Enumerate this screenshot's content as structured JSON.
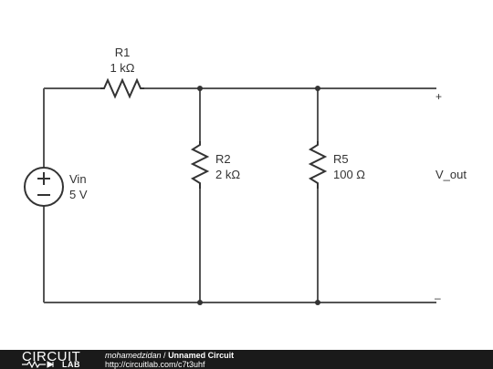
{
  "components": {
    "r1": {
      "name": "R1",
      "value": "1 kΩ"
    },
    "r2": {
      "name": "R2",
      "value": "2 kΩ"
    },
    "r5": {
      "name": "R5",
      "value": "100 Ω"
    },
    "vin": {
      "name": "Vin",
      "value": "5 V"
    }
  },
  "output": {
    "label": "V_out",
    "plus": "+",
    "minus": "–"
  },
  "footer": {
    "brand_top": "CIRCUIT",
    "brand_bottom": "LAB",
    "user": "mohamedzidan",
    "separator": " / ",
    "circuit_title": "Unnamed Circuit",
    "url": "http://circuitlab.com/c7t3uhf"
  },
  "colors": {
    "wire": "#555555",
    "text": "#333333",
    "footer_bg": "#1a1a1a"
  }
}
